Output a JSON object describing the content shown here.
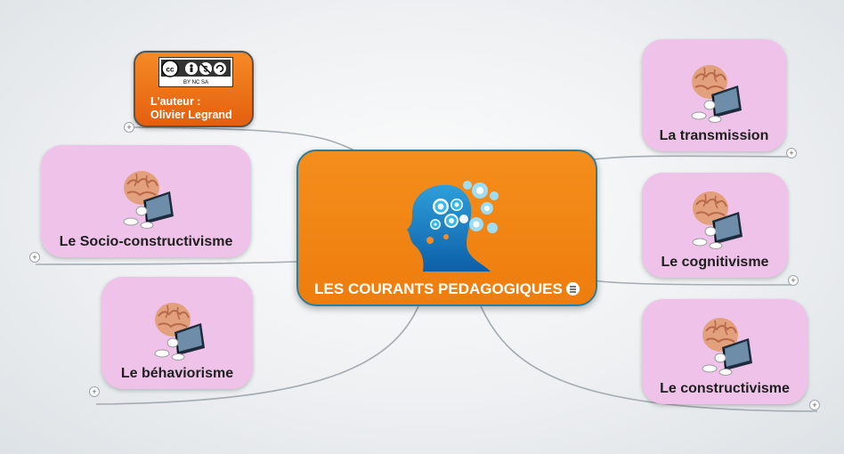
{
  "diagram": {
    "center": {
      "title": "LES COURANTS PEDAGOGIQUES"
    },
    "author": {
      "line1": "L'auteur :",
      "line2": "Olivier Legrand",
      "license_badge": {
        "text": "BY NC SA",
        "symbols": "cc-by-nc-sa"
      }
    },
    "branches": [
      {
        "label": "Le Socio-constructivisme"
      },
      {
        "label": "Le béhaviorisme"
      },
      {
        "label": "La transmission"
      },
      {
        "label": "Le cognitivisme"
      },
      {
        "label": "Le constructivisme"
      }
    ],
    "colors": {
      "center_fill": "#f2841a",
      "center_border": "#2a7d9b",
      "topic_fill": "#efc3e9",
      "author_fill": "#ef7518",
      "link": "#9ba5ad"
    },
    "icons": [
      "head-gears-icon",
      "brain-reading-book-icon",
      "notes-icon",
      "expand-icon",
      "creative-commons-icon"
    ]
  }
}
